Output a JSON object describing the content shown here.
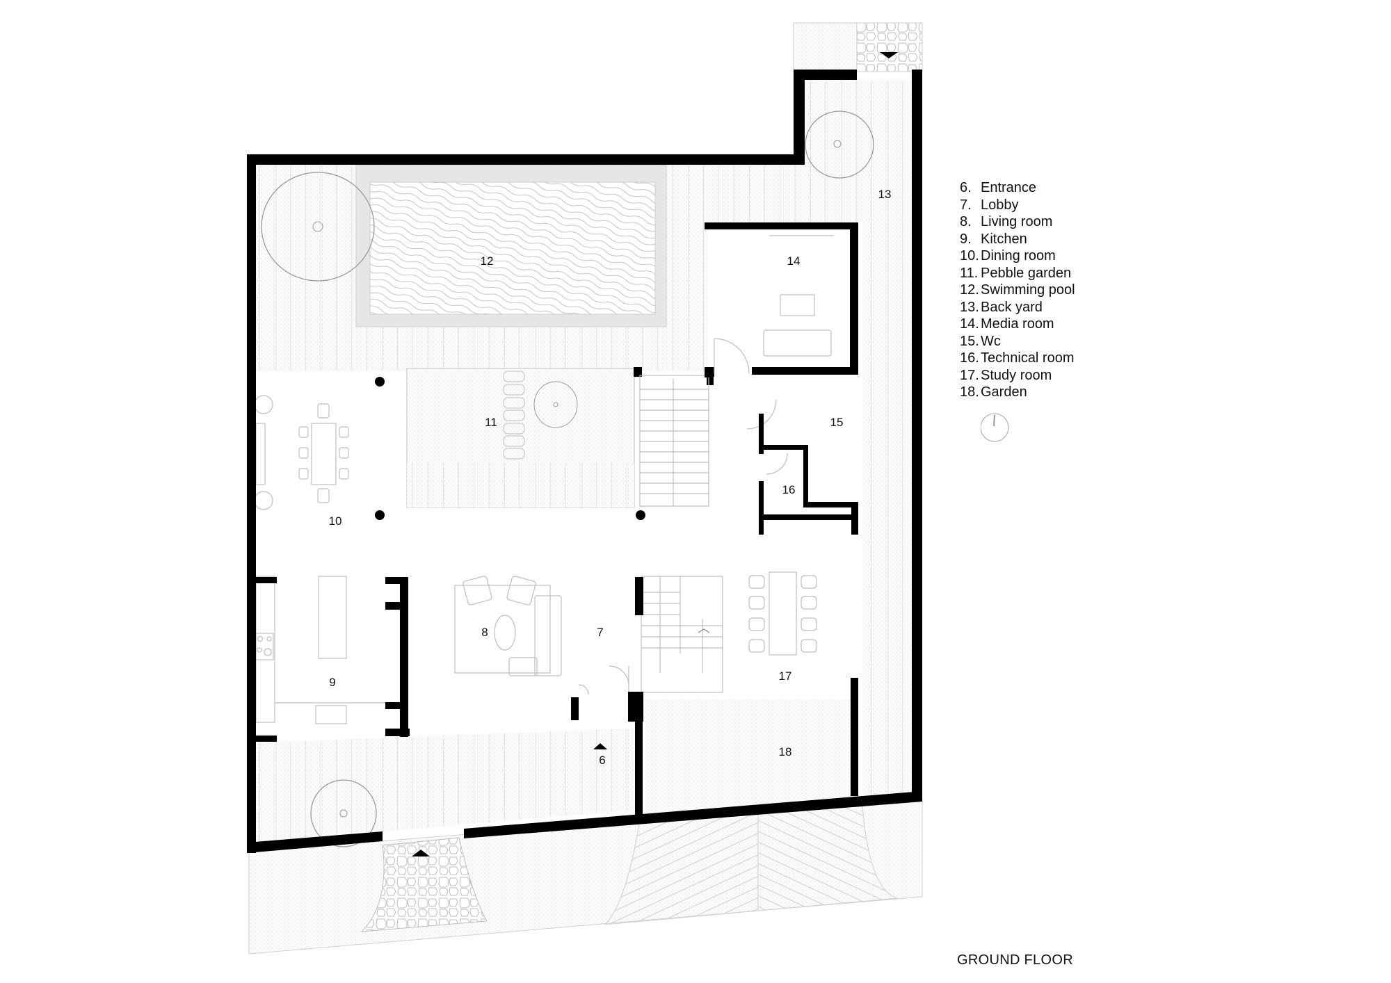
{
  "drawing": {
    "title": "GROUND FLOOR",
    "type": "architectural floor plan",
    "colors": {
      "wall": "#000000",
      "line": "#bdbdbd",
      "hatch": "#cfcfcf",
      "background": "#ffffff",
      "text": "#111111"
    }
  },
  "legend": {
    "items": [
      {
        "num": "6.",
        "label": "Entrance"
      },
      {
        "num": "7.",
        "label": "Lobby"
      },
      {
        "num": "8.",
        "label": "Living room"
      },
      {
        "num": "9.",
        "label": "Kitchen"
      },
      {
        "num": "10.",
        "label": "Dining room"
      },
      {
        "num": "11.",
        "label": "Pebble garden"
      },
      {
        "num": "12.",
        "label": "Swimming pool"
      },
      {
        "num": "13.",
        "label": "Back yard"
      },
      {
        "num": "14.",
        "label": "Media room"
      },
      {
        "num": "15.",
        "label": "Wc"
      },
      {
        "num": "16.",
        "label": "Technical room"
      },
      {
        "num": "17.",
        "label": "Study room"
      },
      {
        "num": "18.",
        "label": "Garden"
      }
    ],
    "north_icon": "north-arrow-icon"
  },
  "rooms": {
    "r6": "6",
    "r7": "7",
    "r8": "8",
    "r9": "9",
    "r10": "10",
    "r11": "11",
    "r12": "12",
    "r13": "13",
    "r14": "14",
    "r15": "15",
    "r16": "16",
    "r17": "17",
    "r18": "18"
  }
}
